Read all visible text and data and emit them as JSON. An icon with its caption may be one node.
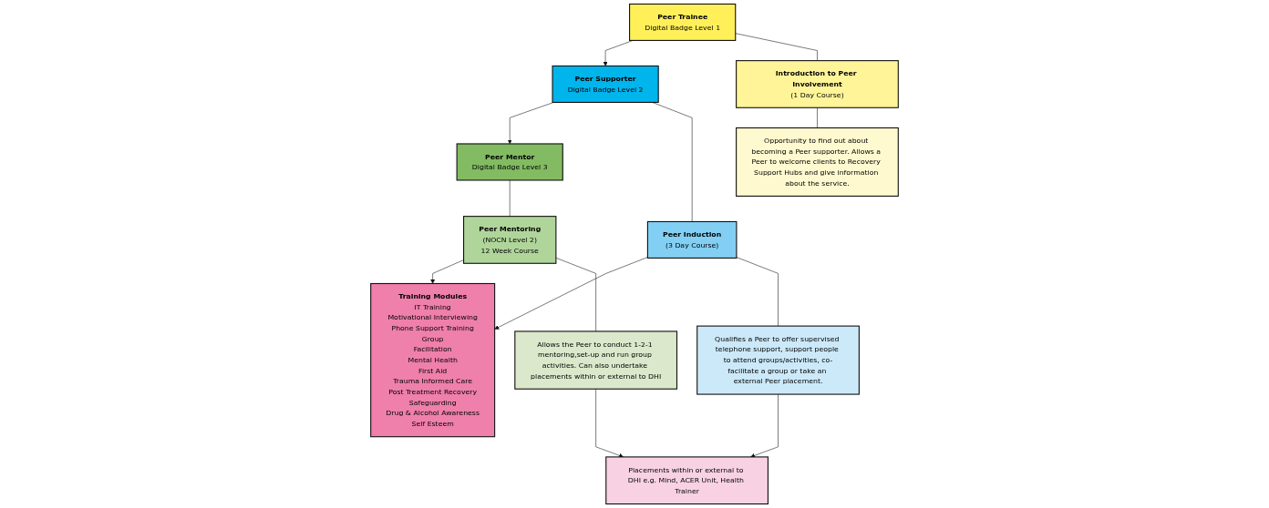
{
  "diagram": {
    "nodes": [
      {
        "text": [
          "Peer Trainee",
          "Digital Badge Level 1"
        ]
      },
      {
        "text": [
          "Peer Supporter",
          "Digital Badge Level 2"
        ]
      },
      {
        "text": [
          "Training Modules",
          "IT Training",
          "Motivational Interviewing",
          "Phone Support Training",
          "Group",
          "Facilitation",
          "Mental Health",
          "First Aid",
          "Trauma Informed Care",
          "Post Treatment Recovery",
          "Safeguarding",
          "Drug & Alcohol Awareness",
          "Self Esteem"
        ]
      },
      {
        "text": [
          "Peer Mentor",
          "Digital Badge Level 3"
        ]
      },
      {
        "text": [
          "Introduction to Peer Involvement",
          "(1 Day Course)"
        ]
      },
      {
        "text": [
          "Peer Induction",
          "(3 Day Course)"
        ]
      },
      {
        "text": [
          "Peer Mentoring",
          "(NOCN Level 2)",
          "12 Week Course"
        ]
      },
      {
        "text": [
          "Opportunity to find out about becoming a Peer supporter. Allows a Peer to welcome clients to Recovery Support Hubs and give information about the service."
        ]
      },
      {
        "text": [
          "Qualifies a Peer to offer supervised telephone support, support people to attend groups/activities, co-facilitate a group or take an external Peer placement."
        ]
      },
      {
        "text": [
          "Placements within or external to DHI e.g. Mind, ACER Unit, Health Trainer"
        ]
      },
      {
        "text": [
          "Allows the Peer to conduct 1-2-1 mentoring,set-up and run group activities. Can also undertake placements within or external to DHI"
        ]
      }
    ],
    "edges": [
      {
        "from": 0,
        "to": 1,
        "arrow": "to"
      },
      {
        "from": 1,
        "to": 3,
        "arrow": "to"
      },
      {
        "from": 0,
        "to": 4,
        "arrow": "none"
      },
      {
        "from": 1,
        "to": 5,
        "arrow": "none"
      },
      {
        "from": 3,
        "to": 6,
        "arrow": "none"
      },
      {
        "from": 5,
        "to": 2,
        "arrow": "to"
      },
      {
        "from": 6,
        "to": 2,
        "arrow": "to"
      },
      {
        "from": 4,
        "to": 7,
        "arrow": "none"
      },
      {
        "from": 5,
        "to": 8,
        "arrow": "none"
      },
      {
        "from": 6,
        "to": 10,
        "arrow": "none"
      },
      {
        "from": 8,
        "to": 9,
        "arrow": "to"
      },
      {
        "from": 10,
        "to": 9,
        "arrow": "to"
      }
    ]
  }
}
